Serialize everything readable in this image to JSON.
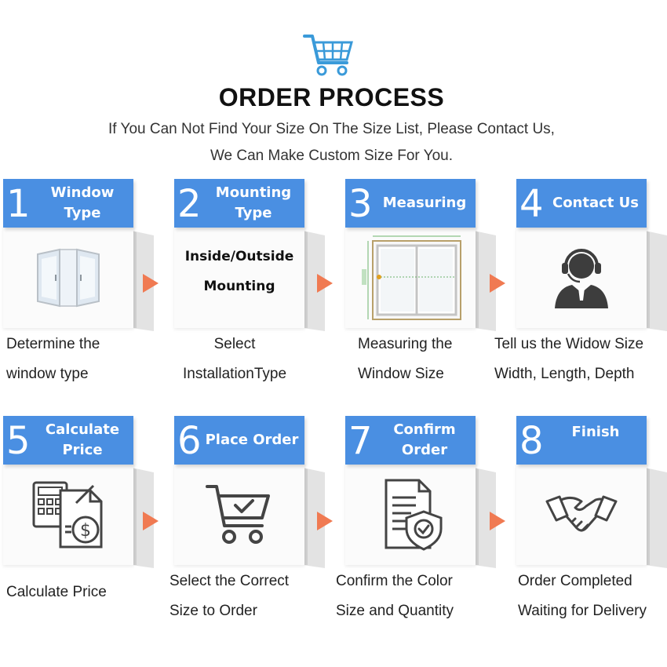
{
  "header": {
    "cart_icon": "shopping-cart-icon",
    "title": "ORDER PROCESS",
    "subtitle_line1": "If You Can Not Find Your Size On The Size List, Please Contact Us,",
    "subtitle_line2": "We Can Make Custom Size For You."
  },
  "colors": {
    "header_blue": "#4a8fe2",
    "arrow_orange": "#f07a52"
  },
  "steps": [
    {
      "number": "1",
      "title_line1": "Window",
      "title_line2": "Type",
      "icon": "window-icon",
      "desc_line1": "Determine the",
      "desc_line2": "window type"
    },
    {
      "number": "2",
      "title_line1": "Mounting",
      "title_line2": "Type",
      "icon": "",
      "content_line1": "Inside/Outside",
      "content_line2": "Mounting",
      "desc_line1": "Select",
      "desc_line2": "InstallationType"
    },
    {
      "number": "3",
      "title_line1": "Measuring",
      "title_line2": "",
      "icon": "window-measure-icon",
      "desc_line1": "Measuring the",
      "desc_line2": "Window Size"
    },
    {
      "number": "4",
      "title_line1": "Contact Us",
      "title_line2": "",
      "icon": "customer-service-icon",
      "desc_line1": "Tell us the Widow Size",
      "desc_line2": "Width, Length, Depth"
    },
    {
      "number": "5",
      "title_line1": "Calculate",
      "title_line2": "Price",
      "icon": "calculator-icon",
      "desc_line1": "Calculate Price",
      "desc_line2": ""
    },
    {
      "number": "6",
      "title_line1": "Place Order",
      "title_line2": "",
      "icon": "cart-check-icon",
      "desc_line1": "Select the Correct",
      "desc_line2": "Size to Order"
    },
    {
      "number": "7",
      "title_line1": "Confirm",
      "title_line2": "Order",
      "icon": "document-shield-icon",
      "desc_line1": "Confirm the Color",
      "desc_line2": "Size and Quantity"
    },
    {
      "number": "8",
      "title_line1": "Finish",
      "title_line2": "",
      "icon": "handshake-icon",
      "desc_line1": "Order Completed",
      "desc_line2": "Waiting for Delivery"
    }
  ]
}
